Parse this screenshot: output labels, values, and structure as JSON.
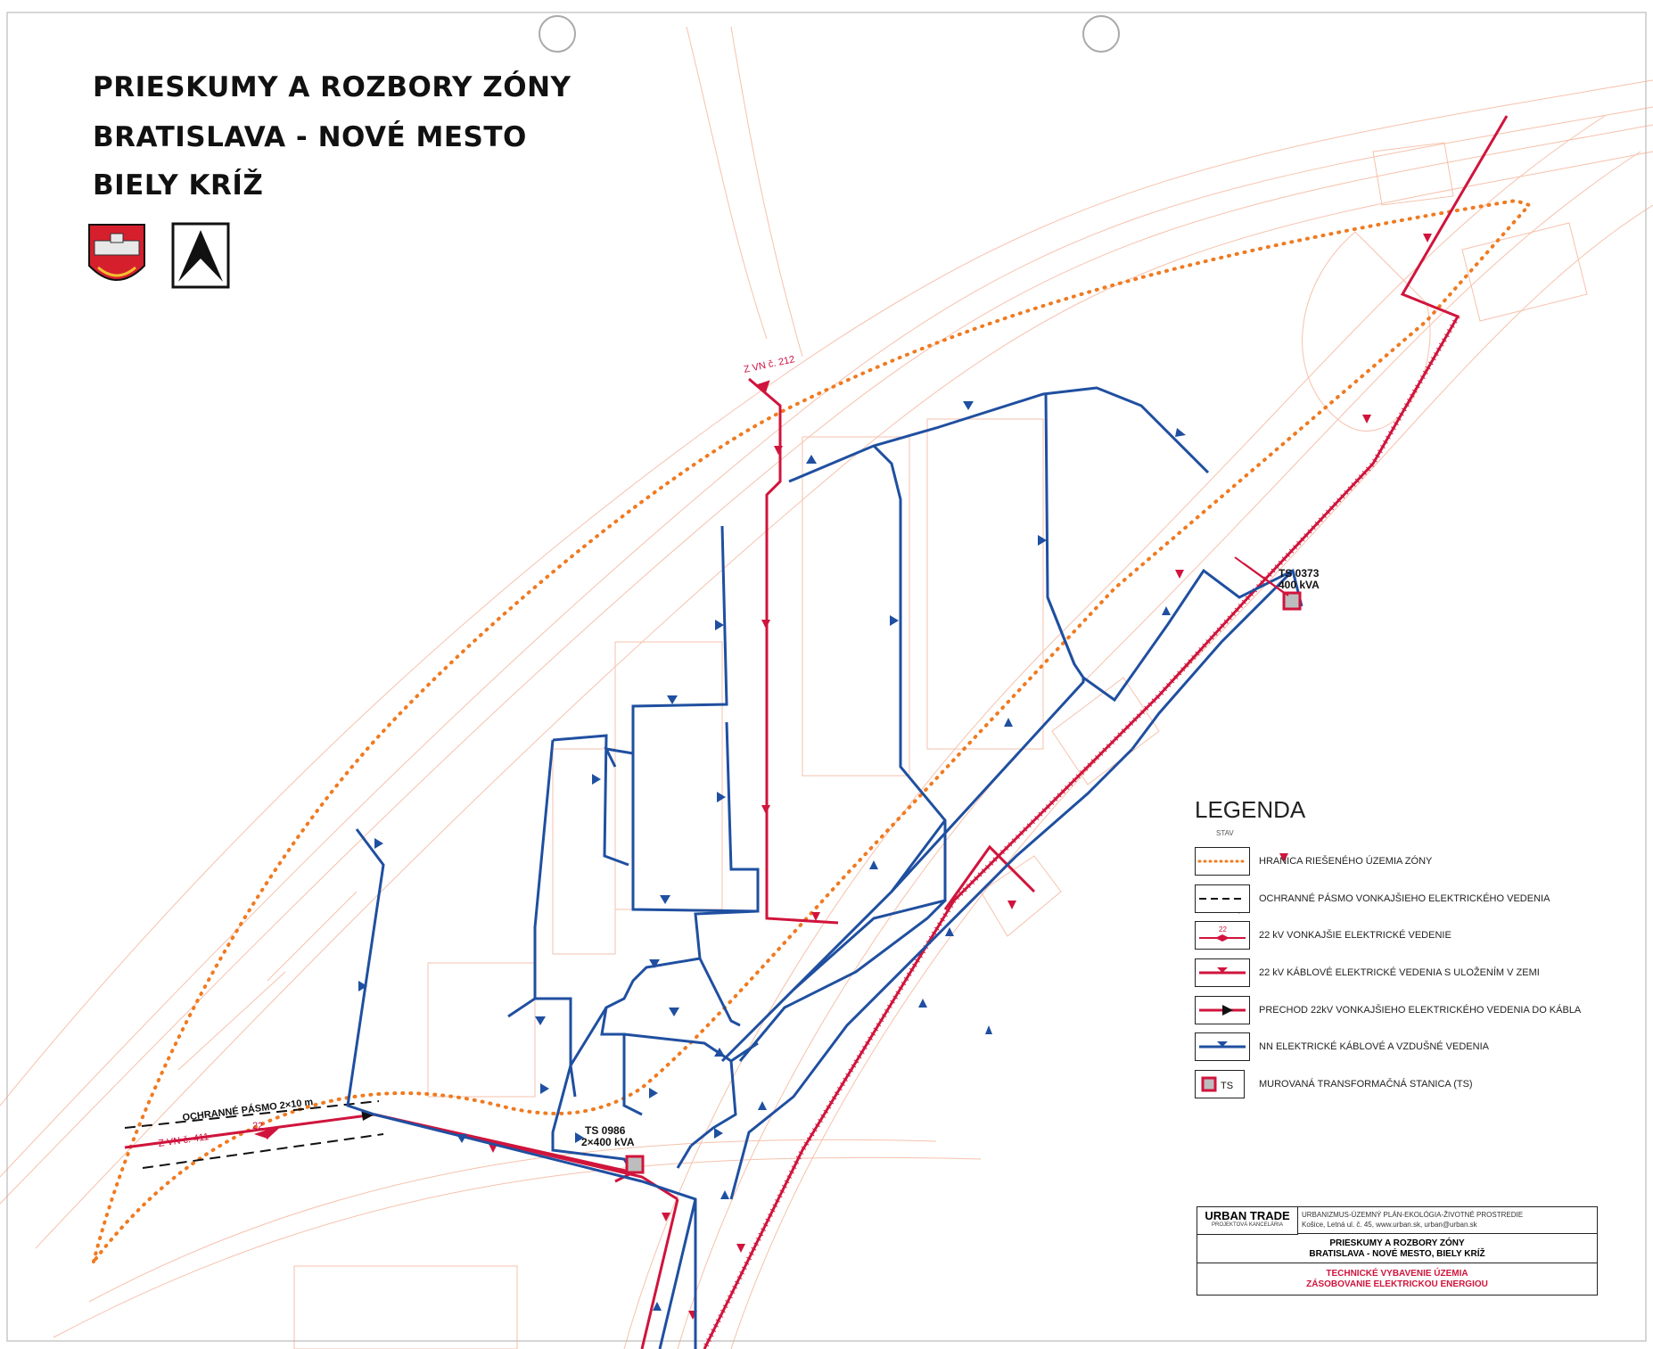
{
  "header": {
    "title_line1": "PRIESKUMY A ROZBORY ZÓNY",
    "title_line2": "BRATISLAVA - NOVÉ MESTO",
    "title_line3": "BIELY KRÍŽ"
  },
  "icons": {
    "emblem": "coat-of-arms-icon",
    "north": "north-arrow-icon"
  },
  "map": {
    "labels": {
      "line_212": "Z VN č. 212",
      "line_411": "Z VN č. 411",
      "protective_zone": "OCHRANNÉ PÁSMO 2×10 m",
      "voltage": "22",
      "ts_0373_name": "TS 0373",
      "ts_0373_power": "400 kVA",
      "ts_0986_name": "TS 0986",
      "ts_0986_power": "2×400 kVA"
    }
  },
  "legend": {
    "title": "LEGENDA",
    "subtitle": "STAV",
    "items": [
      "HRANICA RIEŠENÉHO ÚZEMIA ZÓNY",
      "OCHRANNÉ PÁSMO VONKAJŠIEHO ELEKTRICKÉHO VEDENIA",
      "22 kV VONKAJŠIE ELEKTRICKÉ VEDENIE",
      "22 kV KÁBLOVÉ ELEKTRICKÉ VEDENIA S ULOŽENÍM V ZEMI",
      "PRECHOD 22kV VONKAJŠIEHO ELEKTRICKÉHO VEDENIA DO KÁBLA",
      "NN ELEKTRICKÉ KÁBLOVÉ A VZDUŠNÉ VEDENIA",
      "MUROVANÁ TRANSFORMAČNÁ STANICA (TS)"
    ],
    "ts_symbol_label": "TS",
    "voltage_symbol_label": "22"
  },
  "title_block": {
    "firm": "URBAN TRADE",
    "firm_sub": "PROJEKTOVÁ KANCELÁRIA",
    "description": "URBANIZMUS-ÚZEMNÝ PLÁN-EKOLÓGIA-ŽIVOTNÉ PROSTREDIE",
    "address": "Košice, Letná ul. č. 45, www.urban.sk, urban@urban.sk",
    "project_line1": "PRIESKUMY A ROZBORY ZÓNY",
    "project_line2": "BRATISLAVA - NOVÉ MESTO, BIELY KRÍŽ",
    "sheet_line1": "TECHNICKÉ VYBAVENIE ÚZEMIA",
    "sheet_line2": "ZÁSOBOVANIE ELEKTRICKOU ENERGIOU"
  },
  "colors": {
    "boundary": "#f07a20",
    "hv_line": "#d0143c",
    "lv_line": "#1f4fa0",
    "basemap": "#f2a889"
  }
}
